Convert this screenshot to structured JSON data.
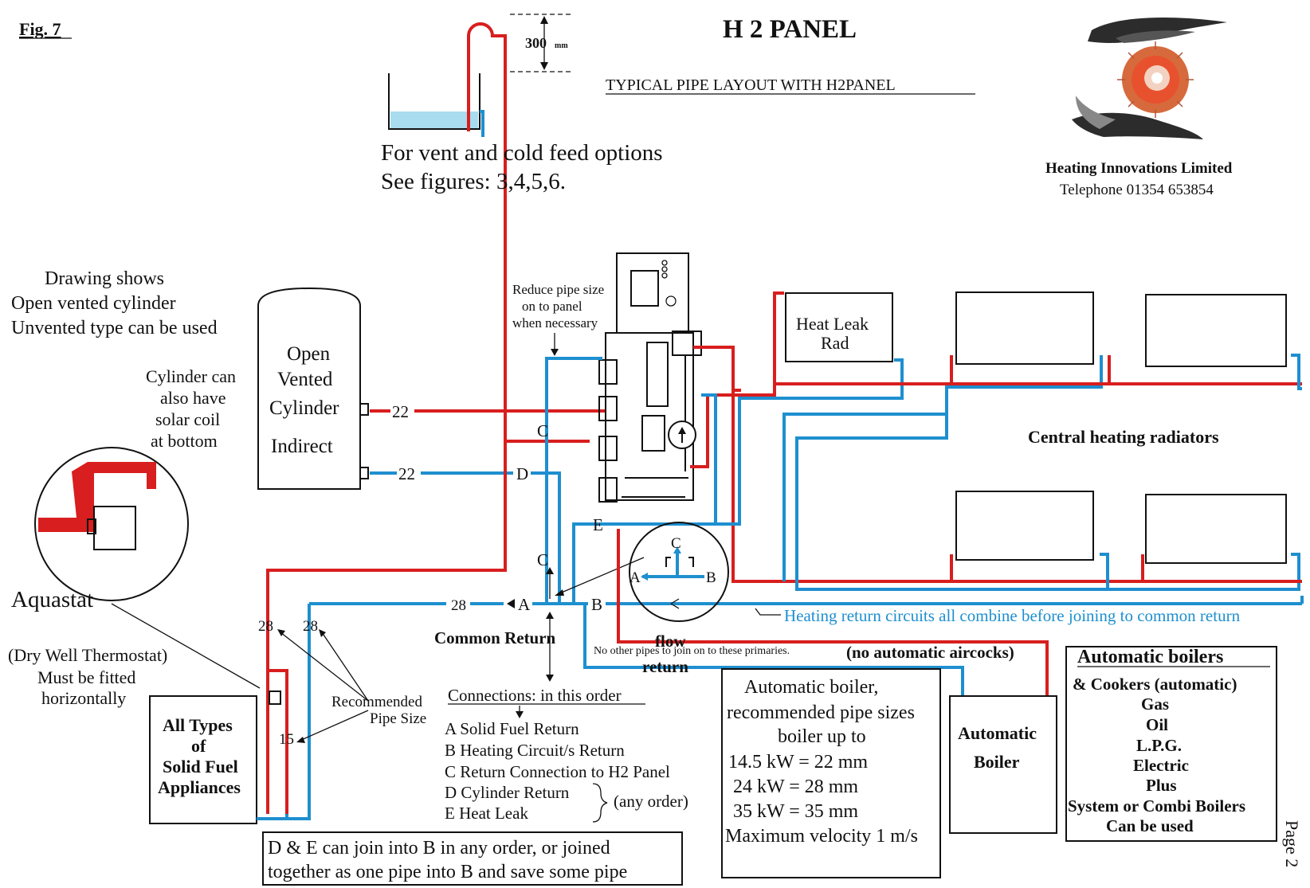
{
  "header": {
    "fig": "Fig. 7",
    "title": "H 2 PANEL",
    "subtitle": "TYPICAL PIPE LAYOUT WITH H2PANEL",
    "company": "Heating Innovations Limited",
    "telephone": "Telephone 01354 653854",
    "page": "Page 2"
  },
  "vent": {
    "dimension": "300",
    "dimension_unit": "mm",
    "note_line1": "For vent and cold feed options",
    "note_line2": "See figures: 3,4,5,6."
  },
  "cylinder_note": {
    "line1": "Drawing shows",
    "line2": "Open vented cylinder",
    "line3": "Unvented type can be used"
  },
  "solar_note": {
    "line1": "Cylinder can",
    "line2": "also have",
    "line3": "solar coil",
    "line4": "at bottom"
  },
  "cylinder": {
    "line1": "Open",
    "line2": "Vented",
    "line3": "Cylinder",
    "line4": "Indirect"
  },
  "pipe_sizes": {
    "cyl_flow": "22",
    "cyl_return": "22",
    "return_28": "28",
    "solid_flow": "28",
    "solid_return": "28",
    "solid_small": "15",
    "recommended_line1": "Recommended",
    "recommended_line2": "Pipe Size"
  },
  "reduce_note": {
    "line1": "Reduce pipe size",
    "line2": "on to panel",
    "line3": "when necessary"
  },
  "letters": {
    "a": "A",
    "b": "B",
    "c": "C",
    "d": "D",
    "e": "E"
  },
  "aquastat": {
    "label": "Aquastat",
    "line1": "(Dry Well Thermostat)",
    "line2": "Must be fitted",
    "line3": "horizontally"
  },
  "solid_fuel": {
    "line1": "All Types",
    "line2": "of",
    "line3": "Solid Fuel",
    "line4": "Appliances"
  },
  "common_return": "Common Return",
  "flow_label": "flow",
  "return_label": "return",
  "primaries_note": "No other pipes to join on to these primaries.",
  "aircocks_note": "(no automatic aircocks)",
  "heat_leak": {
    "line1": "Heat Leak",
    "line2": "Rad"
  },
  "radiators_label": "Central heating radiators",
  "heating_return_note": "Heating return circuits all combine before joining to common return",
  "connections": {
    "title": "Connections: in this order",
    "items": [
      "A  Solid Fuel Return",
      "B  Heating Circuit/s Return",
      "C  Return Connection to H2 Panel",
      "D  Cylinder Return",
      "E  Heat Leak"
    ],
    "any_order": "(any order)"
  },
  "de_note": {
    "line1": "D & E can join into B in any order, or joined",
    "line2": "together as one pipe into B and save some pipe"
  },
  "boiler_sizes": {
    "line1": "Automatic boiler,",
    "line2": "recommended pipe sizes",
    "line3": "boiler up to",
    "line4": "14.5 kW = 22 mm",
    "line5": "24 kW = 28 mm",
    "line6": "35 kW = 35 mm",
    "line7": "Maximum velocity 1 m/s"
  },
  "auto_boiler": {
    "line1": "Automatic",
    "line2": "Boiler"
  },
  "auto_list": {
    "title": "Automatic boilers",
    "items": [
      "& Cookers (automatic)",
      "Gas",
      "Oil",
      "L.P.G.",
      "Electric",
      "Plus",
      "System or Combi Boilers",
      "Can be used"
    ]
  },
  "colors": {
    "flow": "#d81e1e",
    "return": "#1e8fcf",
    "water": "#a9dcef"
  }
}
